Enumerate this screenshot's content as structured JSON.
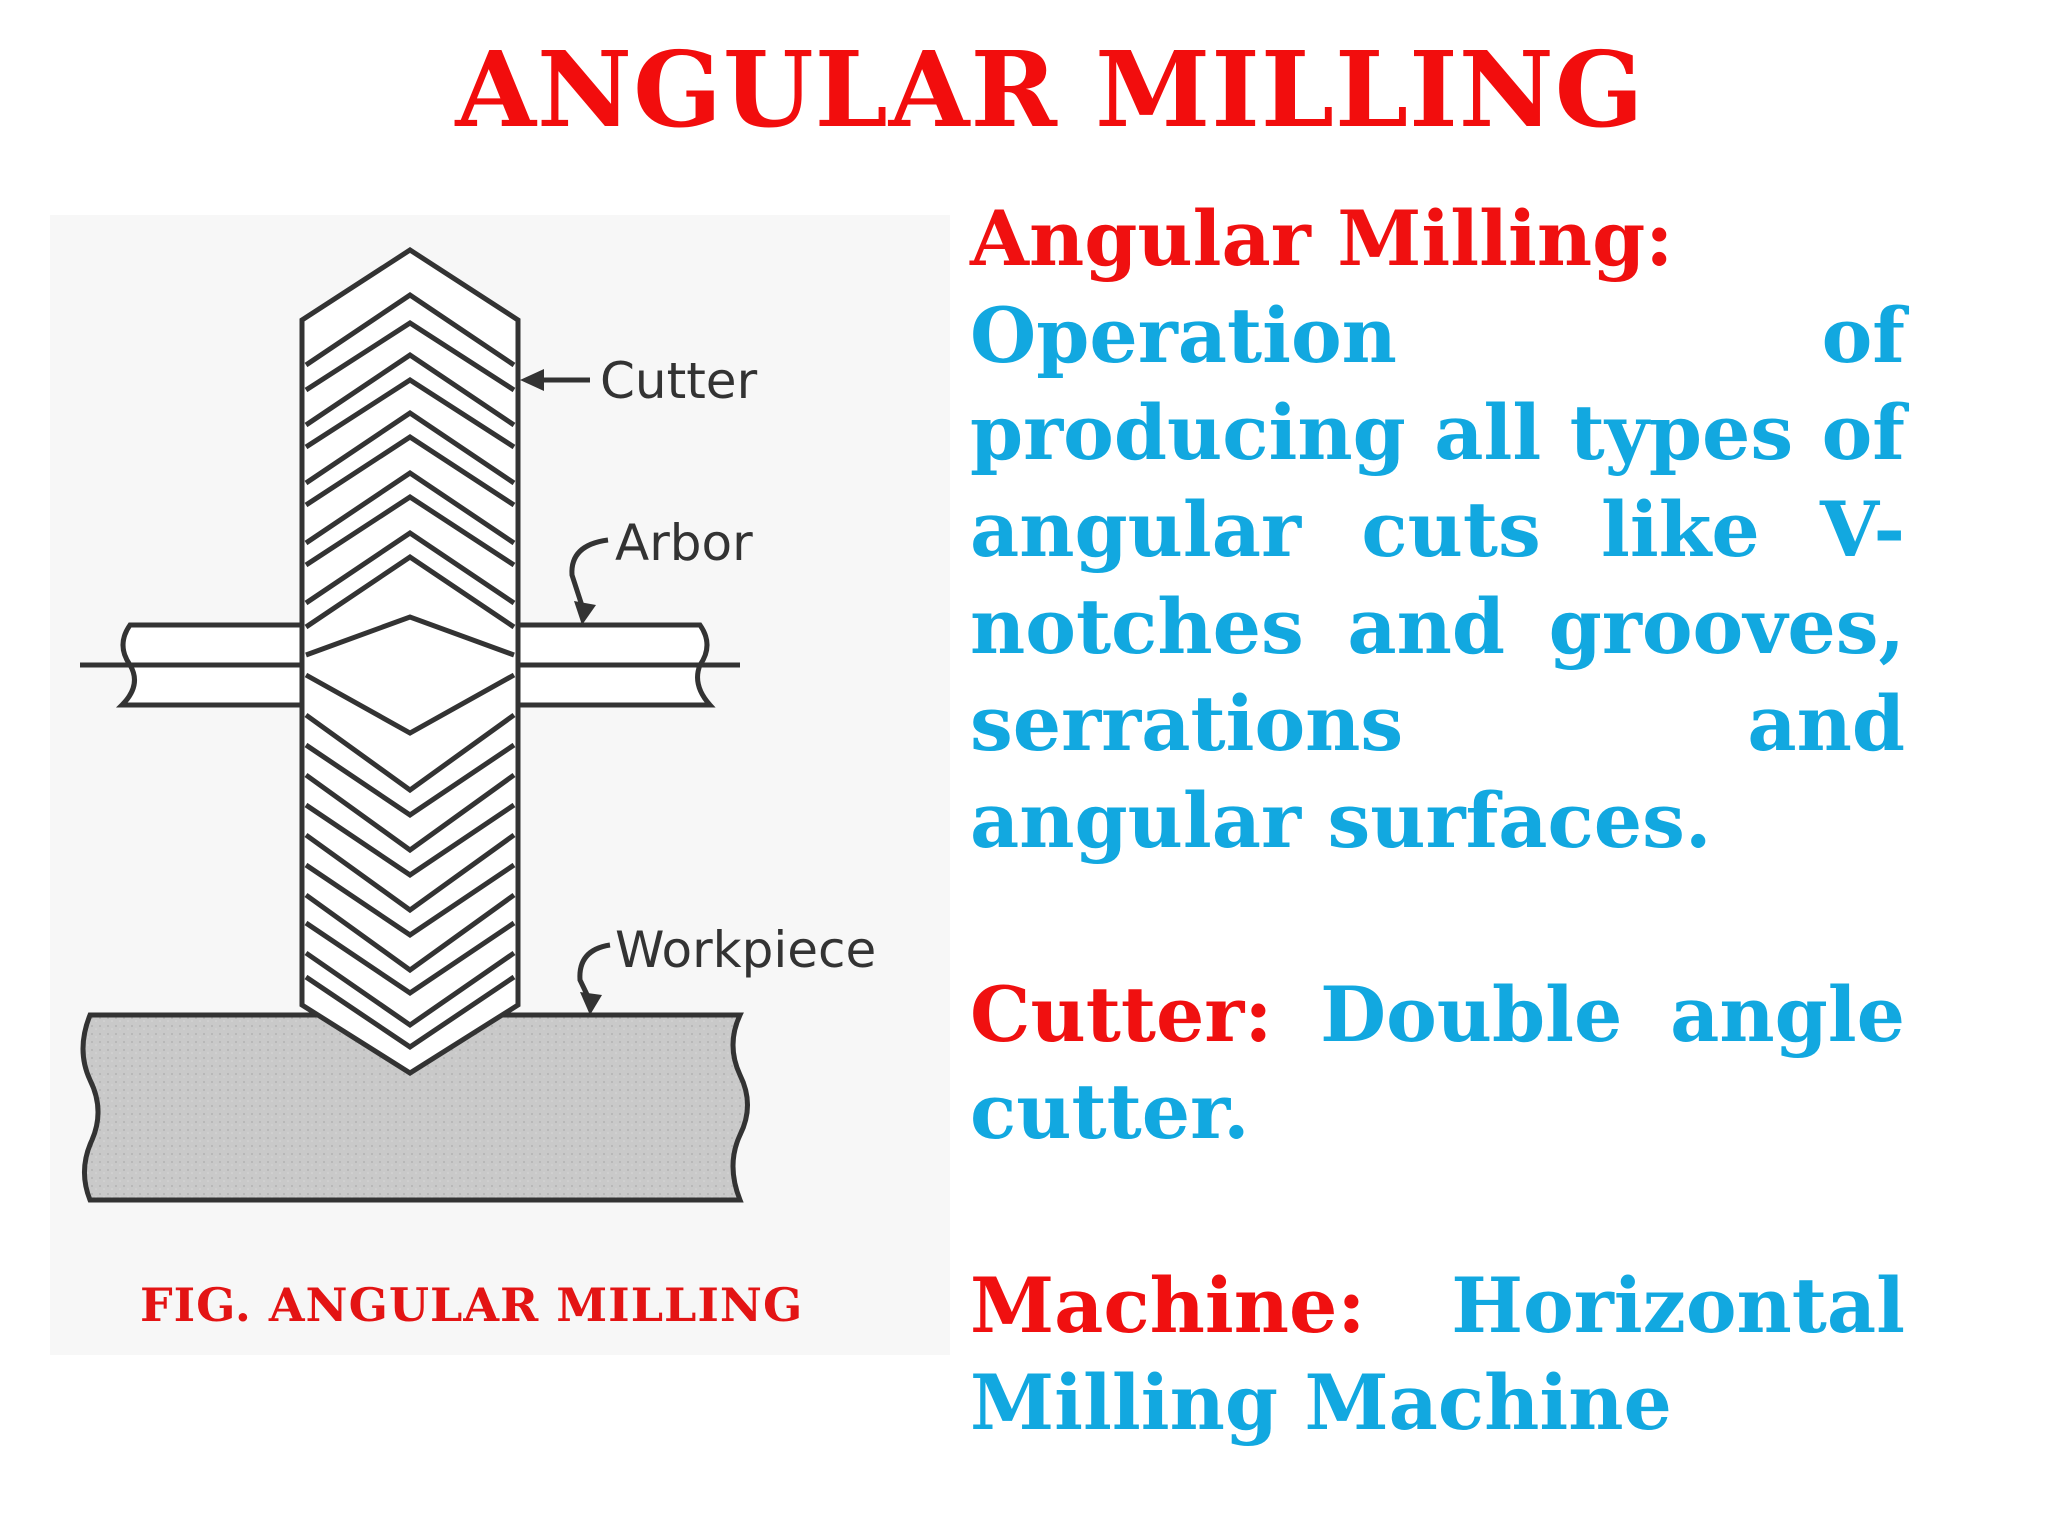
{
  "slide": {
    "title": "ANGULAR MILLING"
  },
  "figure": {
    "caption": "FIG. ANGULAR MILLING",
    "labels": {
      "cutter": "Cutter",
      "arbor": "Arbor",
      "workpiece": "Workpiece"
    }
  },
  "content": {
    "angular_milling": {
      "term": "Angular Milling:",
      "definition": "Operation of producing all types of angular cuts like V-notches and grooves, serrations and angular surfaces."
    },
    "cutter": {
      "term": "Cutter:",
      "definition": "Double angle cutter."
    },
    "machine": {
      "term": "Machine:",
      "definition": "Horizontal Milling Machine"
    }
  },
  "colors": {
    "title_red": "#f20d0d",
    "definition_blue": "#12a8e0"
  }
}
